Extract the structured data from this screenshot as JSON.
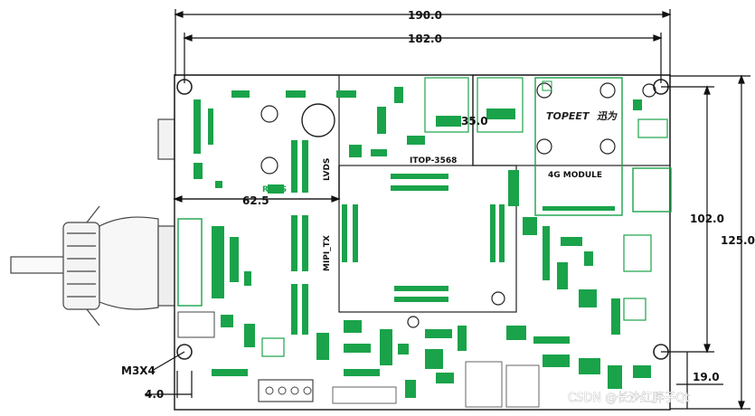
{
  "dimensions": {
    "width_outer": "190.0",
    "width_inner": "182.0",
    "height_outer": "125.0",
    "height_inner": "102.0",
    "offset_35": "35.0",
    "offset_62": "62.5",
    "offset_19": "19.0",
    "offset_4": "4.0",
    "hole_label": "M3X4"
  },
  "silkscreen": {
    "board_name": "ITOP-3568",
    "module_label": "4G MODULE",
    "brand": "TOPEET",
    "brand_cn": "迅为",
    "lvds_label": "LVDS",
    "rohs_label": "RoHS",
    "mipi_label": "MIPI_TX"
  },
  "watermark": "CSDN @长沙红胖子Qt",
  "colors": {
    "pcb_green": "#1aa34a",
    "outline": "#222222",
    "dimension": "#111111"
  }
}
